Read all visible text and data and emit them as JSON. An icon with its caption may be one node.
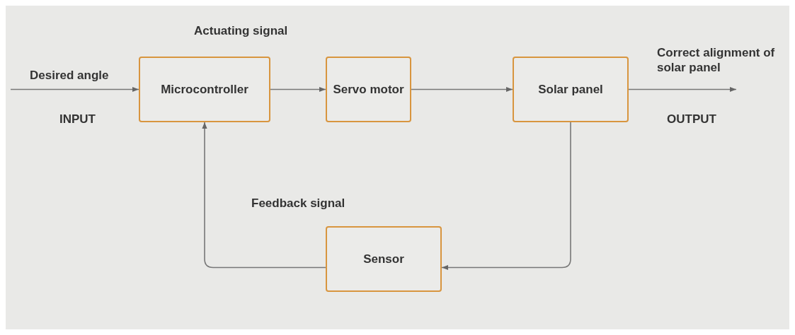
{
  "diagram": {
    "nodes": [
      {
        "text": [
          "Microcontroller"
        ]
      },
      {
        "text": [
          "Servo motor"
        ]
      },
      {
        "text": [
          "Solar panel"
        ]
      },
      {
        "text": [
          "Sensor"
        ]
      }
    ],
    "edges": [
      {
        "from": null,
        "to": 0,
        "arrow": "to"
      },
      {
        "from": 0,
        "to": 1,
        "arrow": "to"
      },
      {
        "from": 1,
        "to": 2,
        "arrow": "to"
      },
      {
        "from": 2,
        "to": null,
        "arrow": "to"
      },
      {
        "from": 2,
        "to": 3,
        "arrow": "to"
      },
      {
        "from": 3,
        "to": 0,
        "arrow": "to"
      }
    ],
    "labels": [
      "Actuating signal",
      "Desired angle",
      "Correct alignment of solar panel",
      "INPUT",
      "OUTPUT",
      "Feedback signal"
    ]
  }
}
